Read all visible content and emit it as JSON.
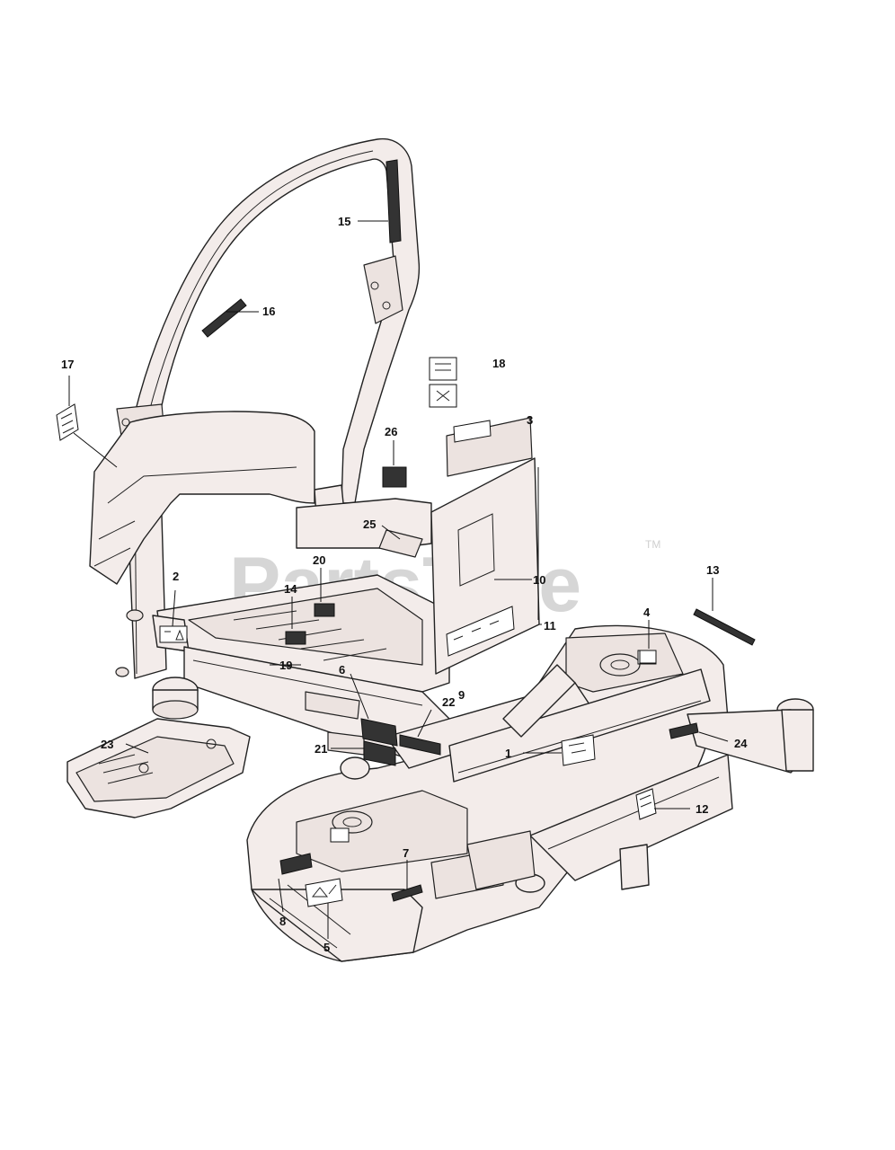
{
  "watermark": {
    "text": "PartsTree",
    "trademark": "TM"
  },
  "callouts": [
    {
      "id": "1",
      "label": "1"
    },
    {
      "id": "2",
      "label": "2"
    },
    {
      "id": "3",
      "label": "3"
    },
    {
      "id": "4",
      "label": "4"
    },
    {
      "id": "5",
      "label": "5"
    },
    {
      "id": "6",
      "label": "6"
    },
    {
      "id": "7",
      "label": "7"
    },
    {
      "id": "8",
      "label": "8"
    },
    {
      "id": "9",
      "label": "9"
    },
    {
      "id": "10",
      "label": "10"
    },
    {
      "id": "11",
      "label": "11"
    },
    {
      "id": "12",
      "label": "12"
    },
    {
      "id": "13",
      "label": "13"
    },
    {
      "id": "14",
      "label": "14"
    },
    {
      "id": "15",
      "label": "15"
    },
    {
      "id": "16",
      "label": "16"
    },
    {
      "id": "17",
      "label": "17"
    },
    {
      "id": "18",
      "label": "18"
    },
    {
      "id": "19",
      "label": "19"
    },
    {
      "id": "20",
      "label": "20"
    },
    {
      "id": "21",
      "label": "21"
    },
    {
      "id": "22",
      "label": "22"
    },
    {
      "id": "23",
      "label": "23"
    },
    {
      "id": "24",
      "label": "24"
    },
    {
      "id": "25",
      "label": "25"
    },
    {
      "id": "26",
      "label": "26"
    }
  ]
}
